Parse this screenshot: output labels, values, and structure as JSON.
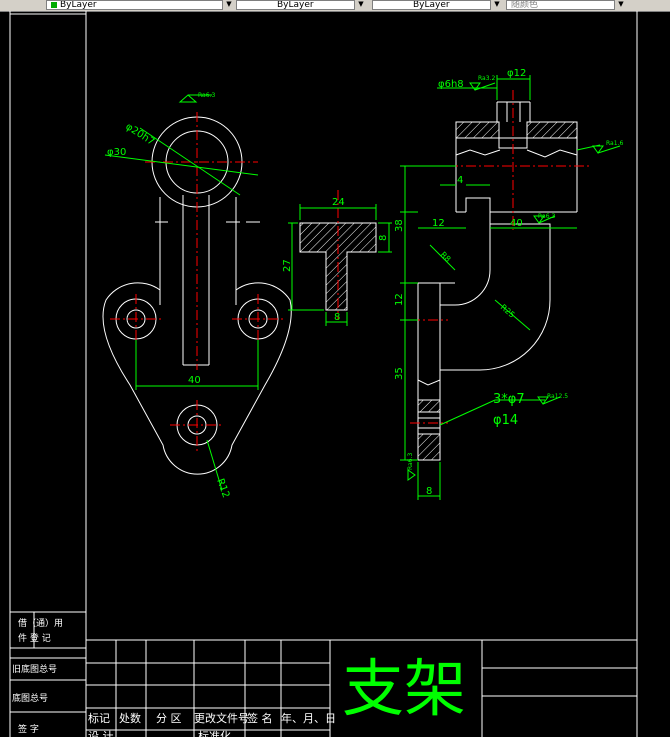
{
  "toolbar": {
    "linetype_value": "ByLayer",
    "lineweight_value": "ByLayer",
    "plotstyle_value": "ByLayer",
    "extra_value": "随颜色"
  },
  "title_block": {
    "drawing_title": "支架",
    "left_column": {
      "row1a": "借（通）用",
      "row1b": "件 登 记",
      "row2": "旧底图总号",
      "row3": "底图总号",
      "row4": "签    字"
    },
    "revision_headers": [
      "标记",
      "处数",
      "分 区",
      "更改文件号",
      "签 名",
      "年、月、日"
    ],
    "bottom_fragments": [
      "设 计",
      "标准化"
    ]
  },
  "dimensions": {
    "front_bore": "φ20h7",
    "front_outer": "φ30",
    "front_roughness_top": "Ra6.3",
    "front_spacing": "40",
    "front_radius": "R12",
    "section_width": "24",
    "section_flange": "8",
    "section_height": "27",
    "section_web": "8",
    "side_shaft": "φ6h8",
    "side_shaft_ra": "Ra3.2",
    "side_bore": "φ12",
    "side_right_ra": "Ra1.6",
    "side_4": "4",
    "side_12": "12",
    "side_40": "40",
    "side_40_ra": "Ra6.3",
    "side_38": "38",
    "side_r8": "R8",
    "side_r25": "R25",
    "side_12v": "12",
    "side_35": "35",
    "holes_note": "3*φ7",
    "holes_ra": "Ra12.5",
    "holes_cbore": "φ14",
    "side_bottom_ra": "Ra6.3",
    "side_bottom_8": "8"
  },
  "colors": {
    "outline": "#ffffff",
    "dimension": "#00ff00",
    "center": "#ff0000",
    "hatch": "#ffffff",
    "title": "#00ff00"
  }
}
